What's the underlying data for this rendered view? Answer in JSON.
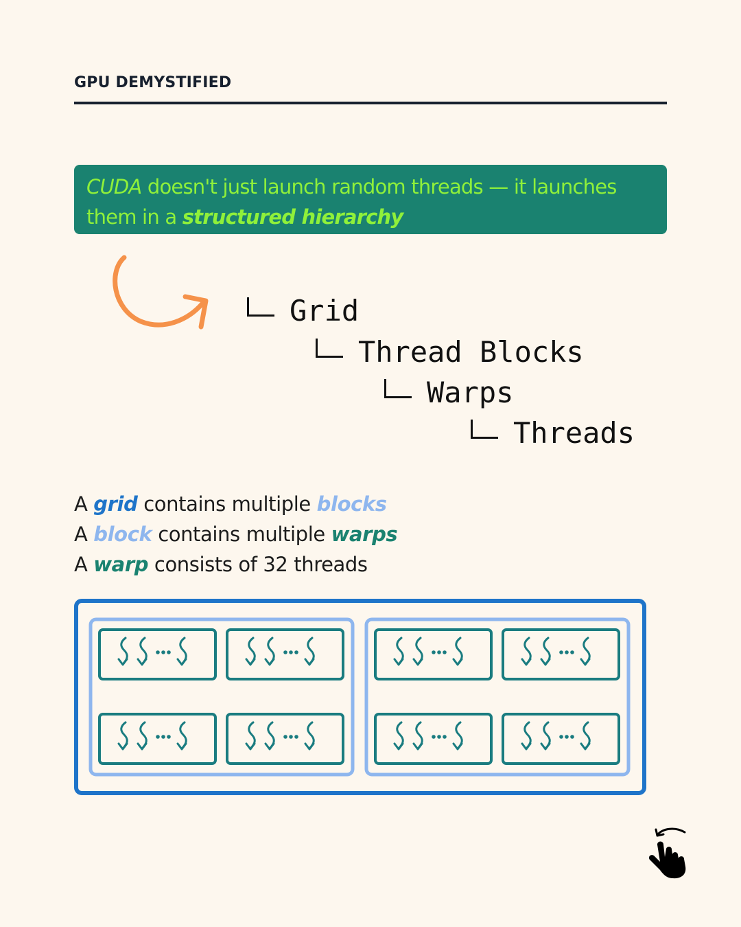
{
  "header": {
    "title": "GPU DEMYSTIFIED"
  },
  "callout": {
    "part1_em": "CUDA",
    "part2": " doesn't just launch random threads — it launches them in a ",
    "part3_strong": "structured hierarchy"
  },
  "hierarchy": {
    "levels": [
      "Grid",
      "Thread Blocks",
      "Warps",
      "Threads"
    ]
  },
  "facts": {
    "line1": {
      "a": "A ",
      "k1": "grid",
      "mid": " contains multiple ",
      "k2": "blocks"
    },
    "line2": {
      "a": "A ",
      "k1": "block",
      "mid": " contains multiple ",
      "k2": "warps"
    },
    "line3": {
      "a": "A ",
      "k1": "warp",
      "rest": " consists of 32 threads"
    }
  },
  "diagram": {
    "grid_color": "#1E74C9",
    "block_color": "#8EB6EE",
    "warp_color": "#1A7C80",
    "blocks": 2,
    "warps_per_block": 4
  },
  "colors": {
    "background": "#FDF7EE",
    "callout_bg": "#1A8270",
    "callout_text": "#8FF03A",
    "arrow": "#F5924A"
  },
  "icons": {
    "curved_arrow": "curved-arrow-icon",
    "swipe": "swipe-hand-icon"
  }
}
